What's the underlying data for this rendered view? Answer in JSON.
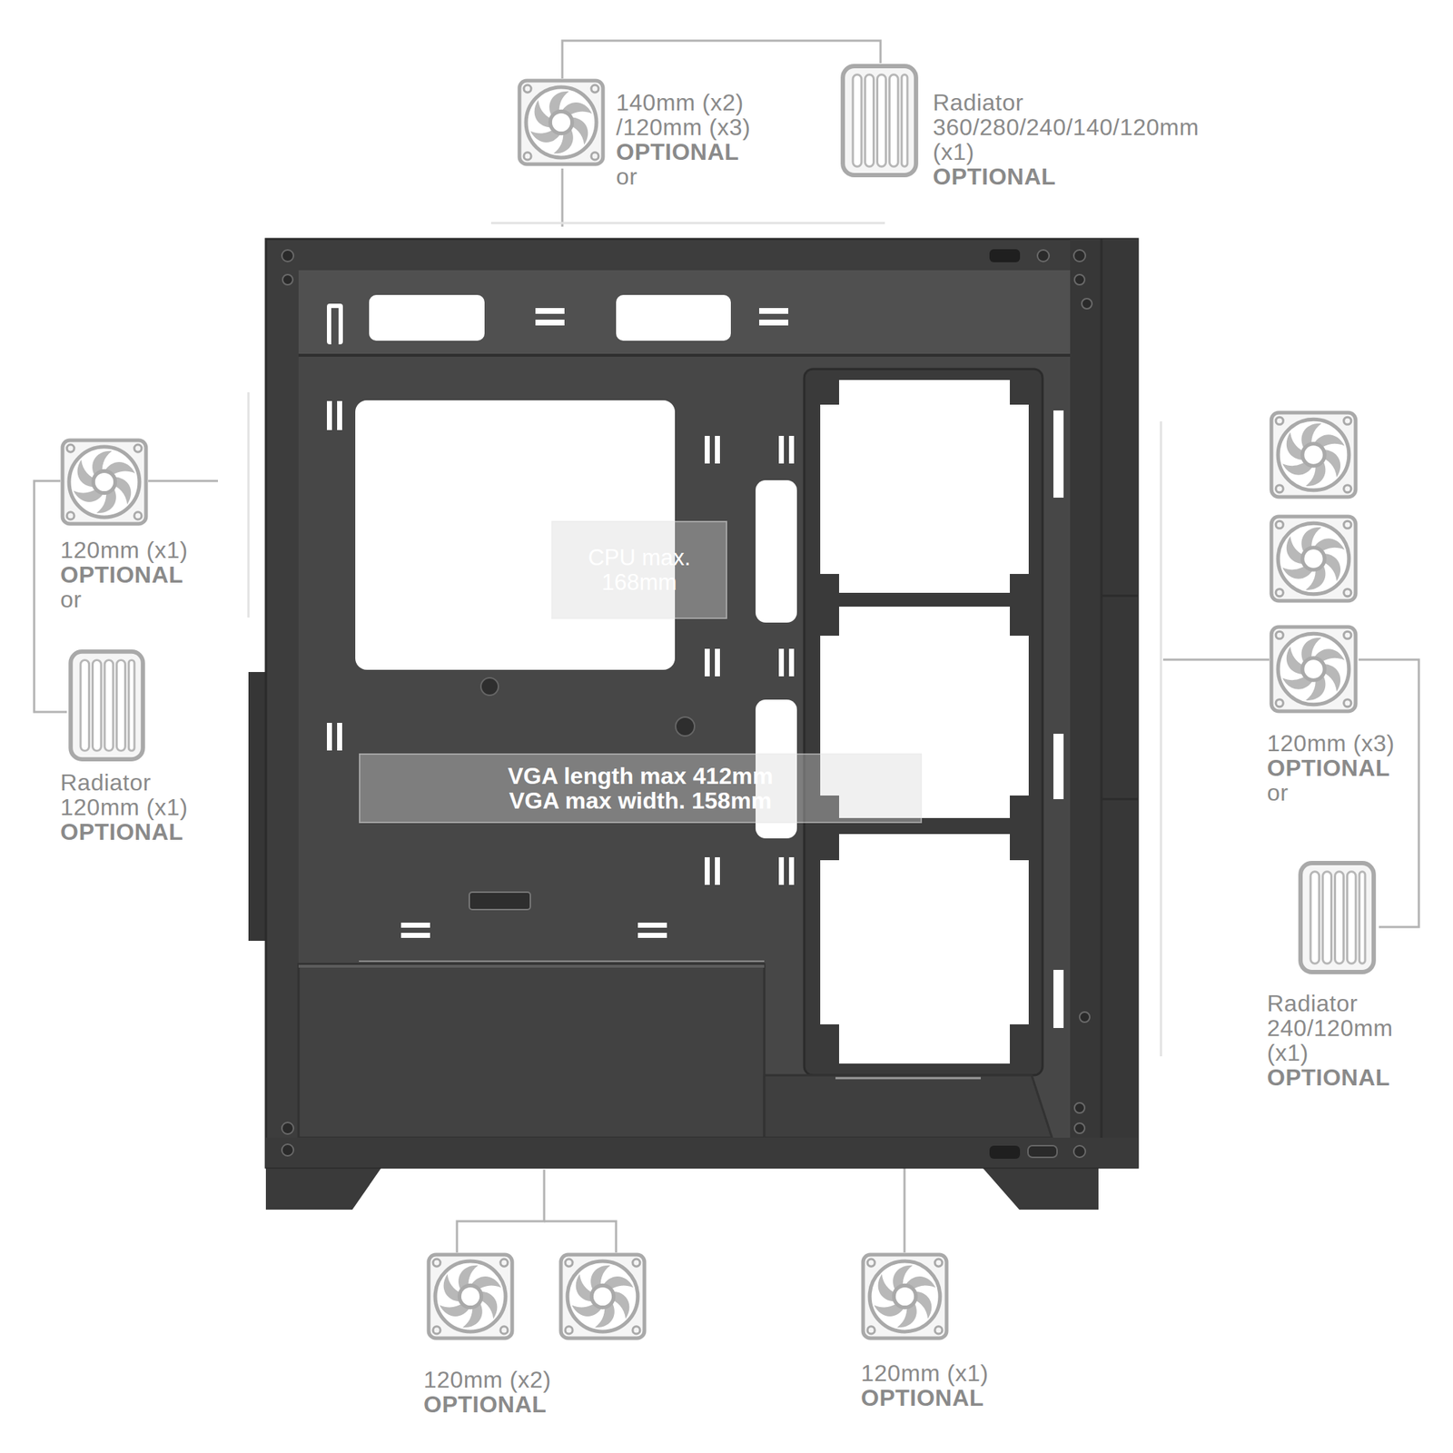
{
  "diagram": {
    "nodes": [
      {
        "text": [
          "CPU max. 168mm"
        ]
      },
      {
        "text": [
          "VGA length max 412mm",
          "VGA max width. 158mm"
        ]
      }
    ],
    "labels": [
      "140mm (x2)",
      "/120mm (x3)",
      "OPTIONAL",
      "or",
      "Radiator",
      "360/280/240/140/120mm",
      "(x1)",
      "OPTIONAL",
      "120mm (x1)",
      "OPTIONAL",
      "or",
      "Radiator",
      "120mm (x1)",
      "OPTIONAL",
      "120mm (x3)",
      "OPTIONAL",
      "or",
      "Radiator",
      "240/120mm",
      "(x1)",
      "OPTIONAL",
      "120mm (x2)",
      "OPTIONAL",
      "120mm (x1)",
      "OPTIONAL"
    ]
  }
}
